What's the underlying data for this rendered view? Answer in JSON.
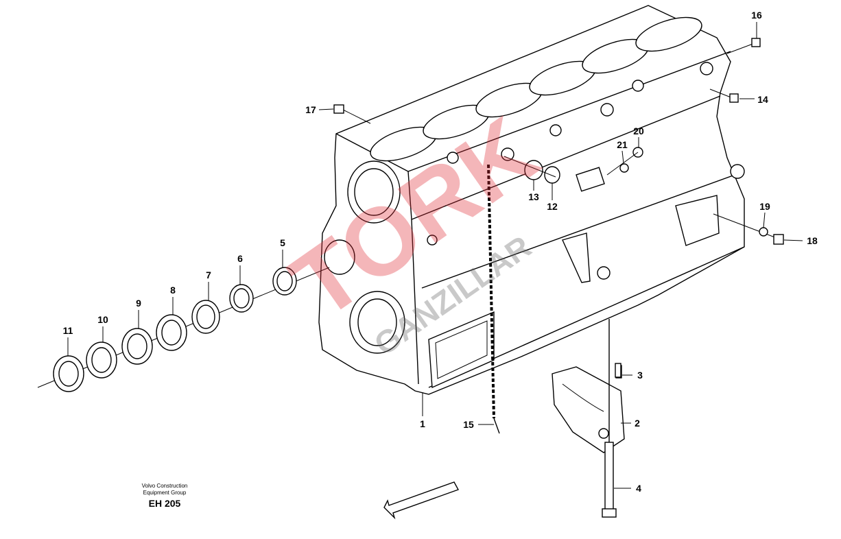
{
  "diagram": {
    "callouts": {
      "c1": "1",
      "c2": "2",
      "c3": "3",
      "c4": "4",
      "c5": "5",
      "c6": "6",
      "c7": "7",
      "c8": "8",
      "c9": "9",
      "c10": "10",
      "c11": "11",
      "c12": "12",
      "c13": "13",
      "c14": "14",
      "c15": "15",
      "c16": "16",
      "c17": "17",
      "c18": "18",
      "c19": "19",
      "c20": "20",
      "c21": "21"
    },
    "caption": {
      "line1": "Volvo Construction",
      "line2": "Equipment Group",
      "code": "EH 205"
    },
    "watermark": {
      "text1": "TORK",
      "text2": "GANZILLAR",
      "color": "#e0303a"
    }
  }
}
